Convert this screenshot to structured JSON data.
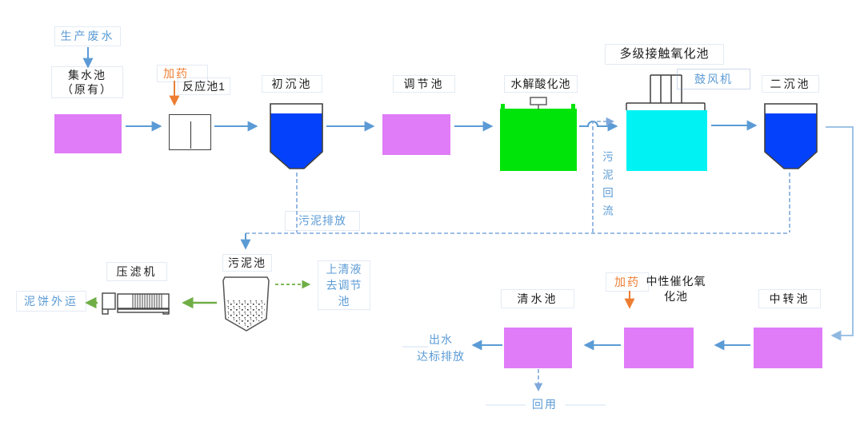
{
  "colors": {
    "magenta_tank": "#E07CF7",
    "blue_tank": "#0441FB",
    "green_tank": "#00E40A",
    "cyan_tank": "#00F2F2",
    "arrow_blue": "#5B9BD5",
    "dashed_blue": "#7FA8DB",
    "light_blue_connector": "#9DC3E6",
    "green_arrow": "#6FAE46",
    "orange_accent": "#ED7D31",
    "outline_dark": "#3f3f3f"
  },
  "diagram": {
    "influent_label": "生产废水",
    "collect_tank": {
      "line1": "集水池",
      "line2": "（原有）"
    },
    "dosing_label_1": "加药",
    "reaction_tank": "反应池1",
    "primary_sedimentation": "初沉池",
    "regulating_tank": "调节池",
    "hydrolysis_tank": "水解酸化池",
    "oxidation_tank": "多级接触氧化池",
    "blower": "鼓风机",
    "secondary_sedimentation": "二沉池",
    "sludge_discharge": "污泥排放",
    "sludge_return": "污泥回流",
    "sludge_tank": "污泥池",
    "filter_press": "压滤机",
    "cake_out": "泥饼外运",
    "supernatant": {
      "line1": "上清液",
      "line2": "去调节",
      "line3": "池"
    },
    "clear_water_tank": "清水池",
    "dosing_label_2": "加药",
    "catalytic_tank": {
      "line1": "中性催化氧",
      "line2": "化池"
    },
    "transfer_tank": "中转池",
    "effluent": {
      "line1": "出水",
      "line2": "达标排放"
    },
    "reuse": "回用"
  }
}
